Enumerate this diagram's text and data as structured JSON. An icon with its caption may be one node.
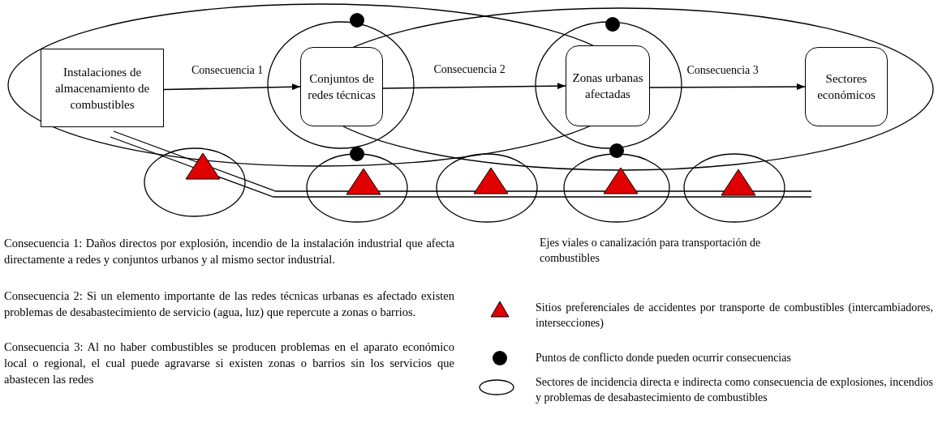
{
  "diagram": {
    "nodes": [
      {
        "text": [
          "Instalaciones de almacenamiento de combustibles"
        ]
      },
      {
        "text": [
          "Conjuntos de redes técnicas"
        ]
      },
      {
        "text": [
          "Zonas urbanas afectadas"
        ]
      },
      {
        "text": [
          "Sectores económicos"
        ]
      }
    ],
    "edges": [
      {
        "from": 0,
        "to": 1,
        "arrow": "to",
        "label": "Consecuencia 1"
      },
      {
        "from": 1,
        "to": 2,
        "arrow": "to",
        "label": "Consecuencia 2"
      },
      {
        "from": 2,
        "to": 3,
        "arrow": "to",
        "label": "Consecuencia 3"
      }
    ],
    "labels": [
      "Consecuencia 1: Daños directos por explosión, incendio de la instalación industrial que afecta directamente a redes y conjuntos urbanos y al mismo sector industrial.",
      "Consecuencia 2: Si un elemento importante de las redes técnicas urbanas es afectado existen problemas de desabastecimiento de servicio (agua, luz) que repercute a zonas o barrios.",
      "Consecuencia 3: Al no haber combustibles se producen problemas en el aparato económico local o regional, el cual puede agravarse si existen zonas o barrios sin los servicios que abastecen las redes"
    ],
    "legend": [
      {
        "text": "Ejes viales o canalización para transportación de combustibles"
      },
      {
        "text": "Sitios preferenciales de accidentes por transporte de combustibles (intercambiadores, intersecciones)"
      },
      {
        "text": "Puntos de conflicto donde pueden ocurrir consecuencias"
      },
      {
        "text": "Sectores de incidencia directa e indirecta como consecuencia de explosiones, incendios y problemas de desabastecimiento de combustibles"
      }
    ]
  }
}
